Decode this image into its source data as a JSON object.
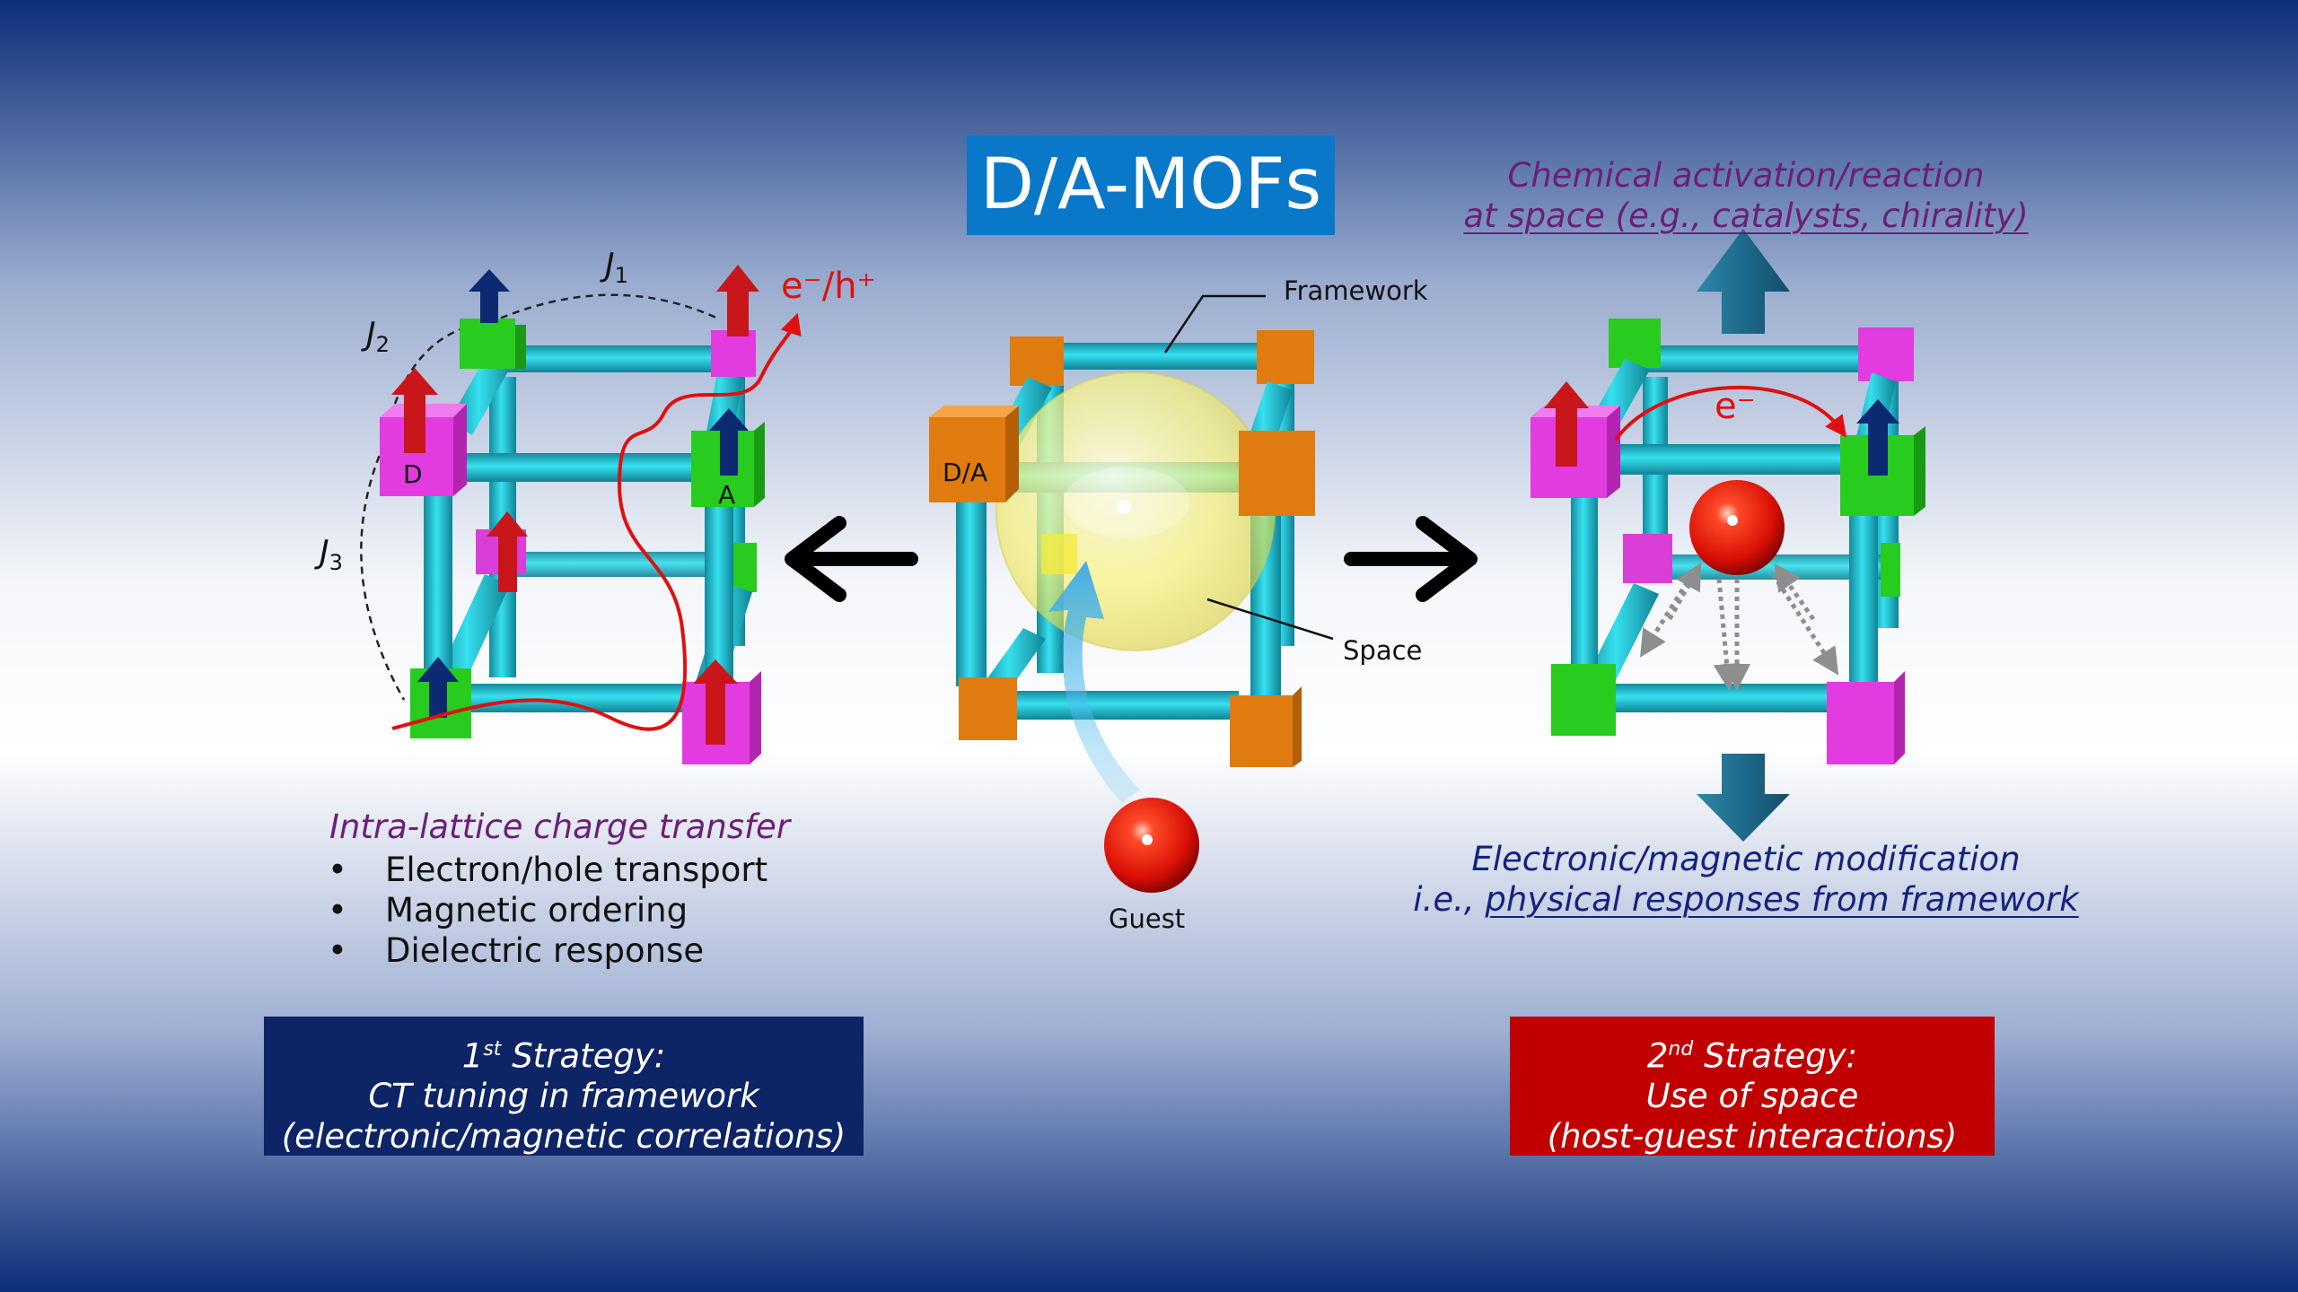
{
  "title": "D/A-MOFs",
  "center": {
    "framework_label": "Framework",
    "space_label": "Space",
    "node_label": "D/A",
    "guest_label": "Guest"
  },
  "left": {
    "j1": "J",
    "j1_sub": "1",
    "j2": "J",
    "j2_sub": "2",
    "j3": "J",
    "j3_sub": "3",
    "carrier_label": "e⁻/h⁺",
    "donor_label": "D",
    "acceptor_label": "A",
    "heading": "Intra-lattice charge transfer",
    "bullet_mark": "•",
    "bullets": [
      "Electron/hole transport",
      "Magnetic ordering",
      "Dielectric response"
    ]
  },
  "right": {
    "electron_label": "e⁻",
    "top_line1": "Chemical activation/reaction",
    "top_line2": "at space (e.g., catalysts, chirality)",
    "bottom_line1": "Electronic/magnetic modification",
    "bottom_prefix": "i.e., ",
    "bottom_line2": "physical responses from framework"
  },
  "strategy1": {
    "prefix": "1",
    "sup": "st",
    "suffix": " Strategy:",
    "line2": "CT tuning in framework",
    "line3": "(electronic/magnetic correlations)"
  },
  "strategy2": {
    "prefix": "2",
    "sup": "nd",
    "suffix": " Strategy:",
    "line2": "Use of space",
    "line3": "(host-guest interactions)"
  },
  "colors": {
    "title_box": "#0a78c8",
    "strategy1_box": "#0d2466",
    "strategy2_box": "#c00000",
    "tube": "#22c8dc",
    "donor": "#e23ce0",
    "acceptor": "#27cc1e",
    "node": "#e07b10",
    "spin_up_red": "#c8161a",
    "spin_up_navy": "#0c2a72",
    "space_sphere": "#f8f27a",
    "guest": "#e81a0a",
    "big_arrow": "#1e6a8c"
  }
}
